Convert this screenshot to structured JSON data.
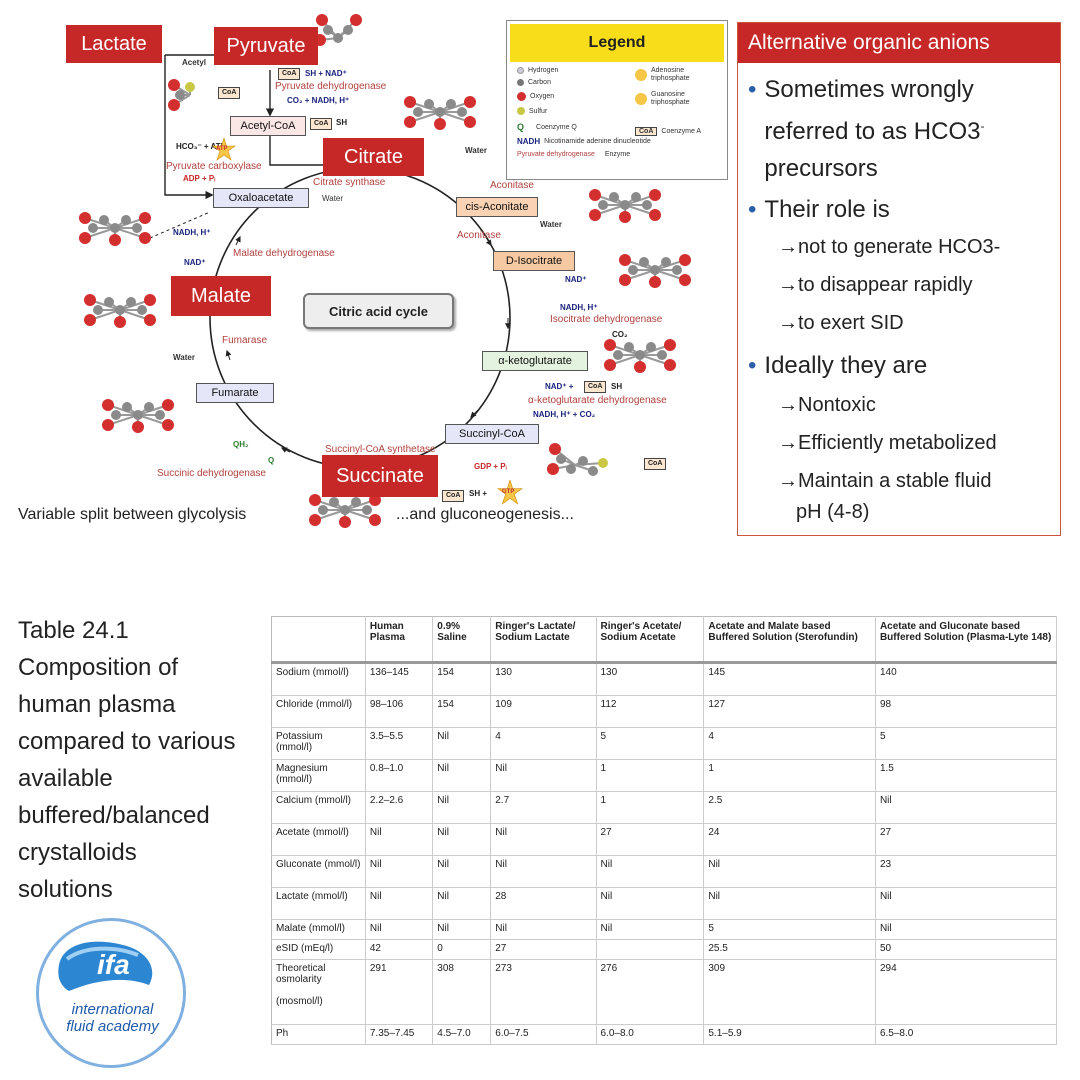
{
  "diagram": {
    "red_labels": {
      "lactate": "Lactate",
      "pyruvate": "Pyruvate",
      "citrate": "Citrate",
      "malate": "Malate",
      "succinate": "Succinate"
    },
    "metabolites": {
      "acetyl_coa": "Acetyl-CoA",
      "oxaloacetate": "Oxaloacetate",
      "cis_aconitate": "cis-Aconitate",
      "d_isocitrate": "D-Isocitrate",
      "alpha_ketoglutarate": "α-ketoglutarate",
      "succinyl_coa": "Succinyl-CoA",
      "fumarate": "Fumarate"
    },
    "center": "Citric acid cycle",
    "enzymes": {
      "pyruvate_dehydrogenase": "Pyruvate dehydrogenase",
      "pyruvate_carboxylase": "Pyruvate carboxylase",
      "citrate_synthase": "Citrate synthase",
      "aconitase_1": "Aconitase",
      "aconitase_2": "Aconitase",
      "isocitrate_dehydrogenase": "Isocitrate dehydrogenase",
      "akg_dehydrogenase": "α-ketoglutarate dehydrogenase",
      "succinyl_coa_synthetase": "Succinyl-CoA synthetase",
      "succinic_dehydrogenase": "Succinic dehydrogenase",
      "fumarase": "Fumarase",
      "malate_dehydrogenase": "Malate dehydrogenase"
    },
    "cofactors": {
      "acetyl": "Acetyl",
      "sh_nad": "SH + NAD⁺",
      "co2_nadh": "CO₂ + NADH, H⁺",
      "hco3_atp": "HCO₃⁻ + ATP",
      "adp_pi": "ADP + Pᵢ",
      "water_1": "Water",
      "water_2": "Water",
      "water_3": "Water",
      "water_4": "Water",
      "nad_1": "NAD⁺",
      "nadh_1": "NADH, H⁺",
      "co2_1": "CO₂",
      "nad_2": "NAD⁺ +",
      "sh_1": "SH",
      "nadh_co2": "NADH, H⁺ + CO₂",
      "gdp_pi": "GDP + Pᵢ",
      "sh_2": "SH +",
      "qh2": "QH₂",
      "q": "Q",
      "nadh_2": "NADH, H⁺",
      "nad_3": "NAD⁺",
      "sh_3": "SH",
      "coa": "CoA",
      "atp": "ATP",
      "gtp": "GTP"
    },
    "caption_left": "Variable split between glycolysis",
    "caption_right": "...and gluconeogenesis..."
  },
  "legend": {
    "title": "Legend",
    "items": [
      {
        "symbol": "",
        "label": "Hydrogen"
      },
      {
        "symbol": "",
        "label": "Carbon"
      },
      {
        "symbol": "",
        "label": "Oxygen"
      },
      {
        "symbol": "",
        "label": "Sulfur"
      },
      {
        "symbol": "Q",
        "label": "Coenzyme Q"
      },
      {
        "symbol": "NADH",
        "label": "Nicotinamide adenine dinucleotide"
      },
      {
        "symbol": "Pyruvate dehydrogenase",
        "label": "Enzyme"
      },
      {
        "symbol": "ATP",
        "label": "Adenosine triphosphate"
      },
      {
        "symbol": "GTP",
        "label": "Guanosine triphosphate"
      },
      {
        "symbol": "CoA",
        "label": "Coenzyme A"
      }
    ]
  },
  "alt_panel": {
    "title": "Alternative organic anions",
    "bullet1": "Sometimes wrongly referred to as HCO3",
    "bullet1_sup": "-",
    "bullet1_tail": "precursors",
    "bullet2": "Their role is",
    "role_items": [
      "→not to generate HCO3-",
      "→to disappear rapidly",
      "→to exert SID"
    ],
    "bullet3": "Ideally they are",
    "ideal_items": [
      "→Nontoxic",
      "→Efficiently metabolized",
      "→Maintain a stable fluid",
      "pH (4-8)"
    ]
  },
  "table_caption": "Table 24.1 Composition of human plasma compared to various available buffered/balanced crystalloids solutions",
  "table": {
    "headers": [
      "",
      "Human Plasma",
      "0.9% Saline",
      "Ringer's Lactate/ Sodium Lactate",
      "Ringer's Acetate/ Sodium Acetate",
      "Acetate and Malate based Buffered Solution (Sterofundin)",
      "Acetate and Gluconate based Buffered Solution (Plasma-Lyte 148)"
    ],
    "rows": [
      [
        "Sodium (mmol/l)",
        "136–145",
        "154",
        "130",
        "130",
        "145",
        "140"
      ],
      [
        "Chloride (mmol/l)",
        "98–106",
        "154",
        "109",
        "112",
        "127",
        "98"
      ],
      [
        "Potassium (mmol/l)",
        "3.5–5.5",
        "Nil",
        "4",
        "5",
        "4",
        "5"
      ],
      [
        "Magnesium (mmol/l)",
        "0.8–1.0",
        "Nil",
        "Nil",
        "1",
        "1",
        "1.5"
      ],
      [
        "Calcium (mmol/l)",
        "2.2–2.6",
        "Nil",
        "2.7",
        "1",
        "2.5",
        "Nil"
      ],
      [
        "Acetate (mmol/l)",
        "Nil",
        "Nil",
        "Nil",
        "27",
        "24",
        "27"
      ],
      [
        "Gluconate (mmol/l)",
        "Nil",
        "Nil",
        "Nil",
        "Nil",
        "Nil",
        "23"
      ],
      [
        "Lactate (mmol/l)",
        "Nil",
        "Nil",
        "28",
        "Nil",
        "Nil",
        "Nil"
      ],
      [
        "Malate (mmol/l)",
        "Nil",
        "Nil",
        "Nil",
        "Nil",
        "5",
        "Nil"
      ],
      [
        "eSID (mEq/l)",
        "42",
        "0",
        "27",
        "",
        "25.5",
        "50"
      ],
      [
        "Theoretical osmolarity\n\n(mosmol/l)",
        "291",
        "308",
        "273",
        "276",
        "309",
        "294"
      ],
      [
        "Ph",
        "7.35–7.45",
        "4.5–7.0",
        "6.0–7.5",
        "6.0–8.0",
        "5.1–5.9",
        "6.5–8.0"
      ]
    ]
  },
  "logo": {
    "mark": "ifa",
    "line1": "international",
    "line2": "fluid academy"
  },
  "colors": {
    "red_label": "#c62828",
    "legend_yellow": "#f7dd1a",
    "enzyme_text": "#b0413e",
    "bullet_blue": "#2b5fa8",
    "logo_blue": "#1f78c8"
  }
}
